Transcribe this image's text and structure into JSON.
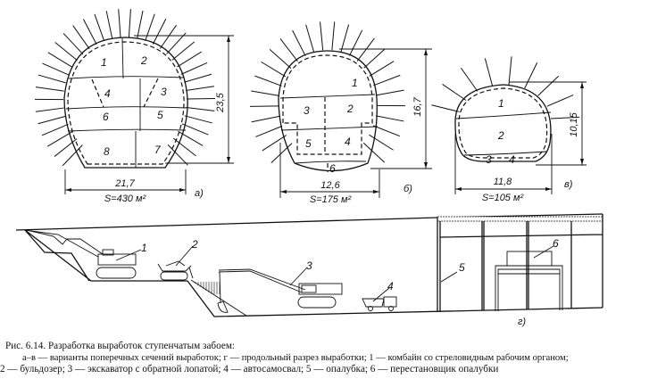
{
  "section_a": {
    "labels": [
      "1",
      "2",
      "3",
      "4",
      "5",
      "6",
      "7",
      "8"
    ],
    "height": "23,5",
    "width": "21,7",
    "area": "S=430 м²",
    "tag": "а)"
  },
  "section_b": {
    "labels": [
      "1",
      "2",
      "3",
      "4",
      "5",
      "6"
    ],
    "height": "16,7",
    "width": "12,6",
    "area": "S=175 м²",
    "tag": "б)"
  },
  "section_v": {
    "labels": [
      "1",
      "2",
      "3",
      "4"
    ],
    "height": "10,15",
    "width": "11,8",
    "area": "S=105 м²",
    "tag": "в)"
  },
  "longitudinal": {
    "labels": [
      "1",
      "2",
      "3",
      "4",
      "5",
      "6"
    ],
    "tag": "г)"
  },
  "caption": {
    "line1": "Рис. 6.14. Разработка выработок ступенчатым забоем:",
    "line2": "а–в — варианты поперечных сечений выработок; г — продольный разрез выработки; 1 — комбайн со стреловидным рабочим органом;",
    "line3": "2 — бульдозер; 3 — экскаватор с обратной лопатой; 4 — автосамосвал; 5 — опалубка; 6 — перестановщик опалубки"
  }
}
